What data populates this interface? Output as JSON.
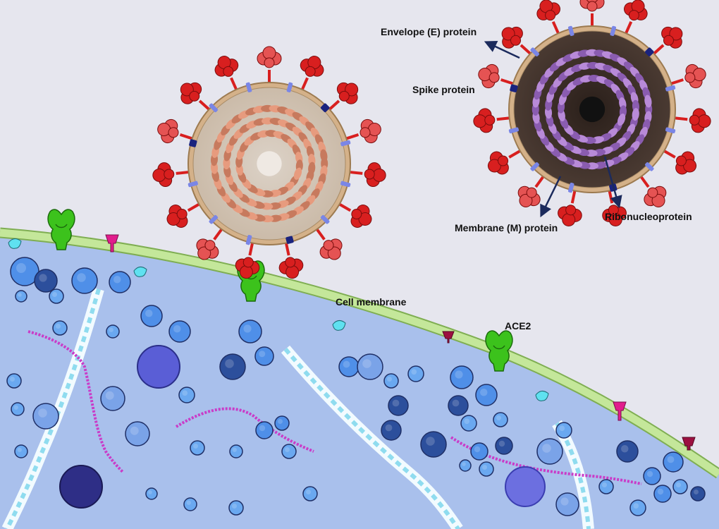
{
  "labels": {
    "envelope": "Envelope (E) protein",
    "spike": "Spike protein",
    "membrane_m": "Membrane (M) protein",
    "ribonucleoprotein": "Ribonucleoprotein",
    "cell_membrane": "Cell membrane",
    "ace2": "ACE2"
  },
  "colors": {
    "background": "#e6e6ee",
    "cytoplasm": "#a9c0ec",
    "cell_membrane": "#c4e79a",
    "spike": "#d81f1f",
    "envelope_protein": "#1a237e",
    "membrane_protein": "#7a86e6",
    "ribonucleoprotein_cut": "#b88ad8",
    "ribonucleoprotein_intact": "#e79b7e",
    "ace2": "#3cc21c",
    "arrow": "#1b2a5c"
  }
}
